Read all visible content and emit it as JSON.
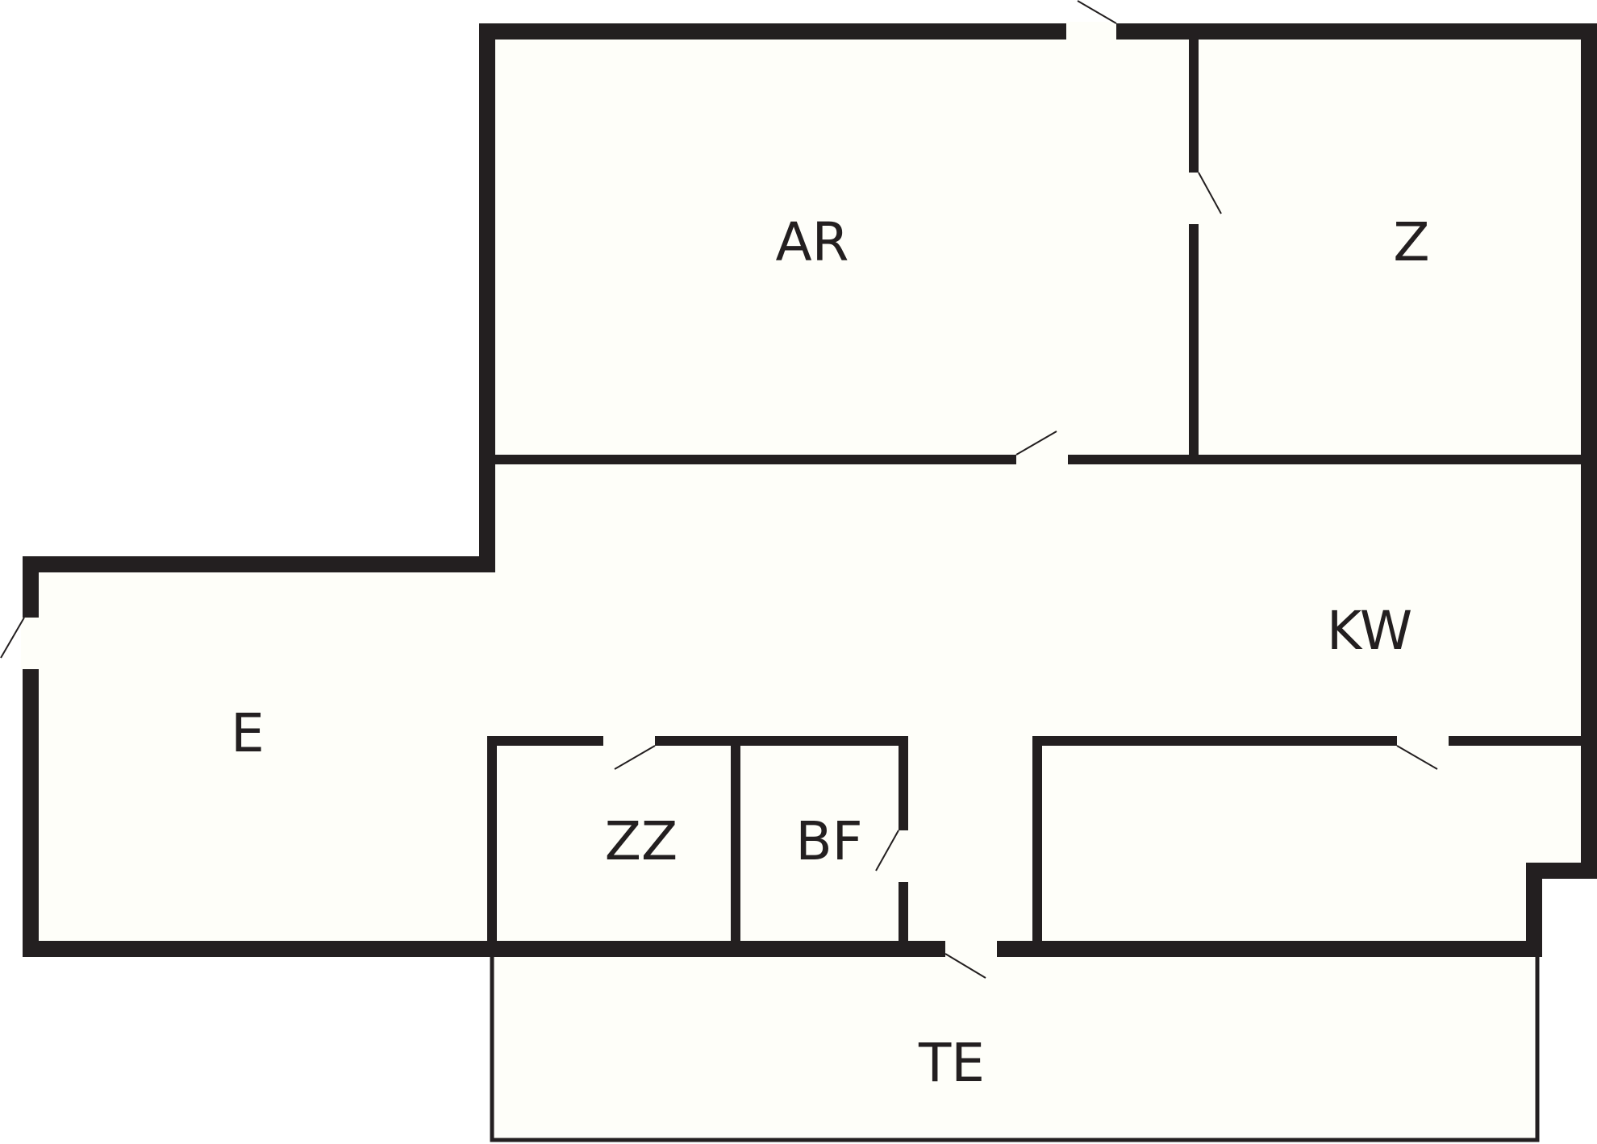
{
  "floorplan": {
    "rooms": [
      {
        "id": "AR",
        "label": "AR"
      },
      {
        "id": "Z",
        "label": "Z"
      },
      {
        "id": "KW",
        "label": "KW"
      },
      {
        "id": "E",
        "label": "E"
      },
      {
        "id": "ZZ",
        "label": "ZZ"
      },
      {
        "id": "BF",
        "label": "BF"
      },
      {
        "id": "TE",
        "label": "TE"
      }
    ]
  },
  "colors": {
    "wall": "#231f20",
    "floor": "#fefef9"
  }
}
